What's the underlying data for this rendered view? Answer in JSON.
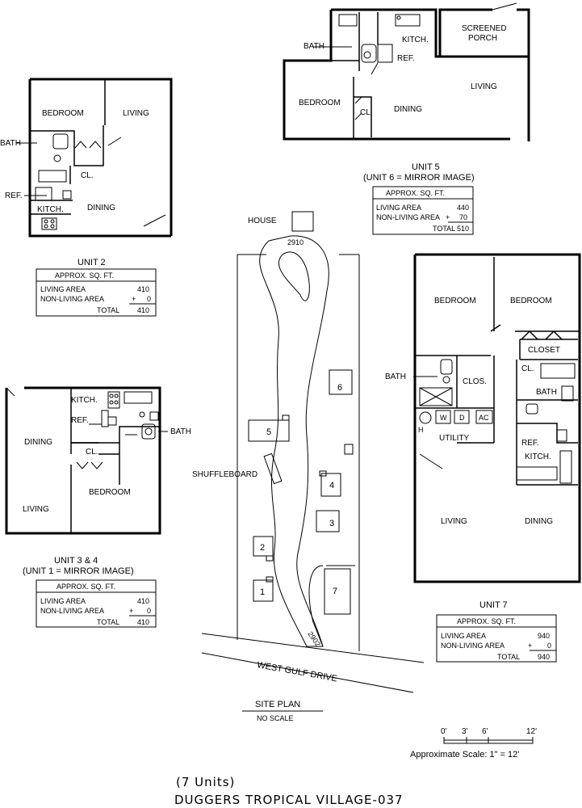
{
  "unit2": {
    "rooms": {
      "bedroom": "BEDROOM",
      "living": "LIVING",
      "bath": "BATH",
      "closet": "CL.",
      "ref": "REF.",
      "kitchen": "KITCH.",
      "dining": "DINING"
    },
    "title": "UNIT 2",
    "table": {
      "header": "APPROX. SQ. FT.",
      "r1_label": "LIVING AREA",
      "r1_val": "410",
      "r2_label": "NON-LIVING AREA",
      "r2_op": "+",
      "r2_val": "0",
      "r3_label": "TOTAL",
      "r3_val": "410"
    }
  },
  "unit5": {
    "rooms": {
      "bath": "BATH",
      "kitchen": "KITCH.",
      "porch1": "SCREENED",
      "porch2": "PORCH",
      "ref": "REF.",
      "living": "LIVING",
      "bedroom": "BEDROOM",
      "closet": "CL.",
      "dining": "DINING"
    },
    "title": "UNIT 5",
    "subtitle": "(UNIT 6 = MIRROR IMAGE)",
    "table": {
      "header": "APPROX. SQ. FT.",
      "r1_label": "LIVING AREA",
      "r1_val": "440",
      "r2_label": "NON-LIVING AREA",
      "r2_op": "+",
      "r2_val": "70",
      "r3_label": "TOTAL",
      "r3_val": "510"
    }
  },
  "unit34": {
    "rooms": {
      "kitchen": "KITCH.",
      "ref": "REF.",
      "dining": "DINING",
      "bath": "BATH",
      "closet": "CL.",
      "bedroom": "BEDROOM",
      "living": "LIVING"
    },
    "title": "UNIT 3 & 4",
    "subtitle": "(UNIT 1 = MIRROR IMAGE)",
    "table": {
      "header": "APPROX. SQ. FT.",
      "r1_label": "LIVING AREA",
      "r1_val": "410",
      "r2_label": "NON-LIVING AREA",
      "r2_op": "+",
      "r2_val": "0",
      "r3_label": "TOTAL",
      "r3_val": "410"
    }
  },
  "unit7": {
    "rooms": {
      "bedroom1": "BEDROOM",
      "bedroom2": "BEDROOM",
      "closet": "CLOSET",
      "cl": "CL.",
      "bath1": "BATH",
      "clos": "CLOS.",
      "bath2": "BATH",
      "w": "W",
      "d": "D",
      "ac": "AC",
      "h": "H",
      "utility": "UTILITY",
      "ref": "REF.",
      "kitchen": "KITCH.",
      "living": "LIVING",
      "dining": "DINING"
    },
    "title": "UNIT 7",
    "table": {
      "header": "APPROX. SQ. FT.",
      "r1_label": "LIVING AREA",
      "r1_val": "940",
      "r2_label": "NON-LIVING AREA",
      "r2_op": "+",
      "r2_val": "0",
      "r3_label": "TOTAL",
      "r3_val": "940"
    }
  },
  "site": {
    "house": "HOUSE",
    "road_top": "2910",
    "road_bottom": "2902",
    "shuffleboard": "SHUFFLEBOARD",
    "street": "WEST GULF DRIVE",
    "units": [
      "1",
      "2",
      "3",
      "4",
      "5",
      "6",
      "7"
    ],
    "title": "SITE PLAN",
    "subtitle": "NO SCALE"
  },
  "scale": {
    "ticks": [
      "0'",
      "3'",
      "6'",
      "12'"
    ],
    "caption": "Approximate Scale: 1\" = 12'"
  },
  "footer": {
    "count": "(7 Units)",
    "name": "DUGGERS TROPICAL VILLAGE-037"
  }
}
